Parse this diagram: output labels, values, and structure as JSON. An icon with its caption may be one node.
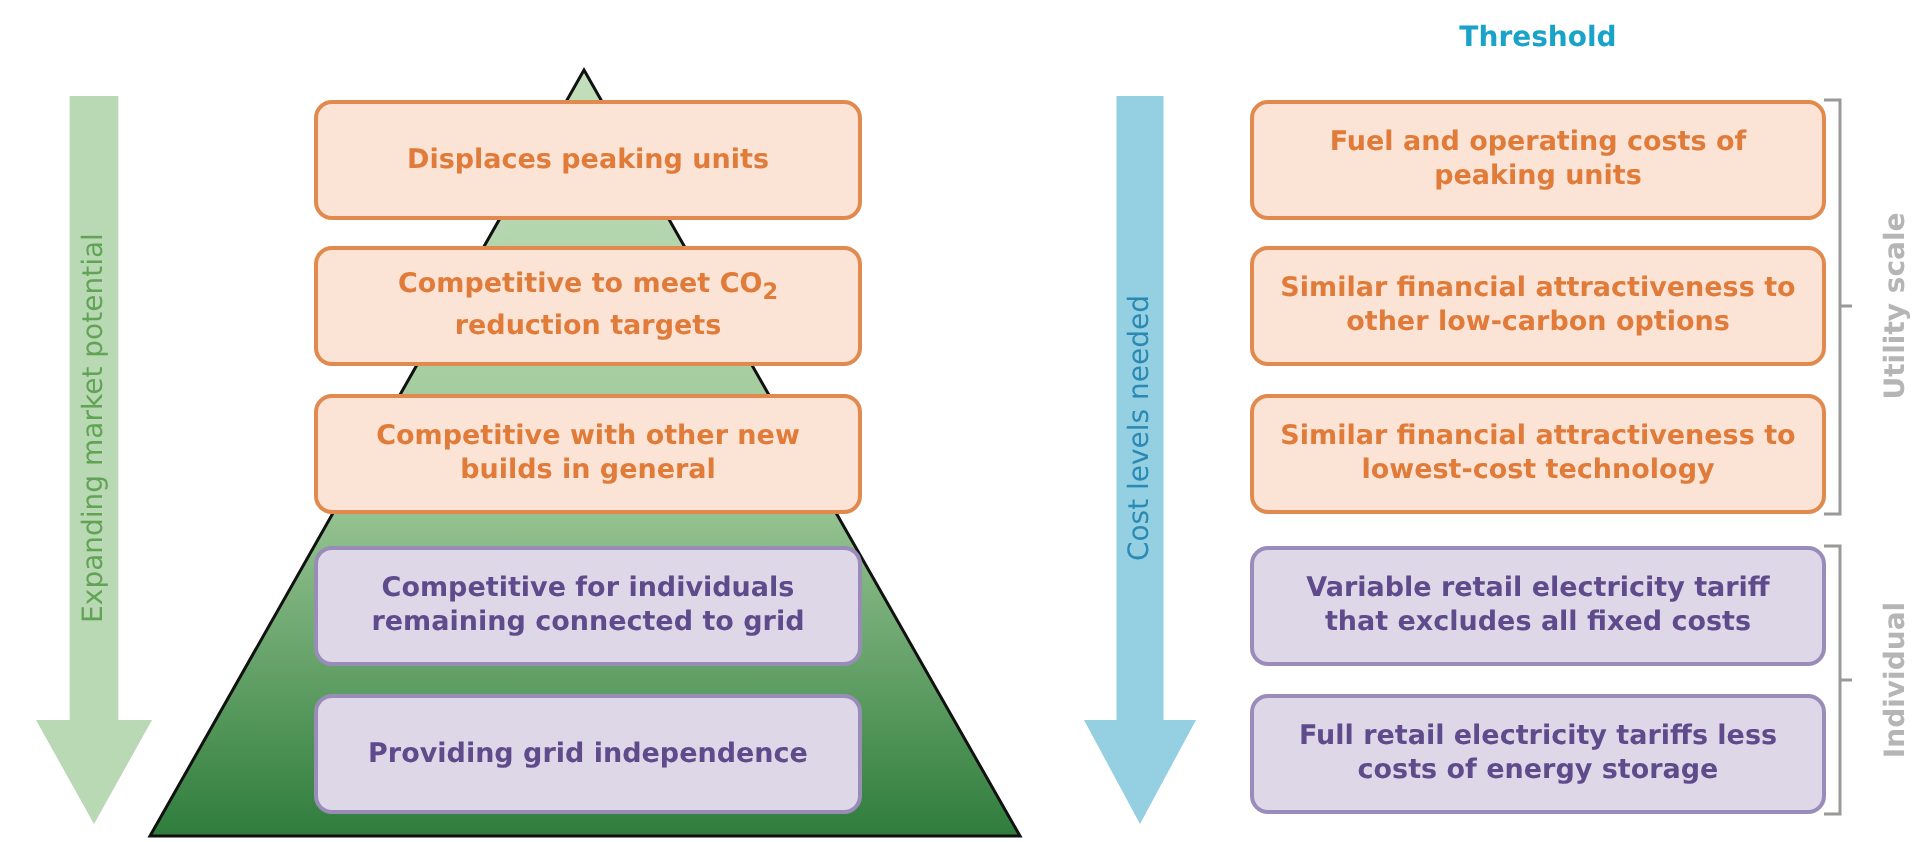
{
  "diagram": {
    "nodes": [
      {
        "text": [
          "Expanding market potential"
        ]
      },
      {
        "text": [
          "Displaces peaking units"
        ]
      },
      {
        "text": [
          "Competitive to meet CO$_{2}$ reduction targets"
        ]
      },
      {
        "text": [
          "Competitive with other new builds in general"
        ]
      },
      {
        "text": [
          "Competitive for individuals remaining connected to grid"
        ]
      },
      {
        "text": [
          "Providing grid independence"
        ]
      },
      {
        "text": [
          "Cost levels needed"
        ]
      },
      {
        "text": [
          "Fuel and operating costs of peaking units"
        ]
      },
      {
        "text": [
          "Similar financial attractiveness to other low-carbon options"
        ]
      },
      {
        "text": [
          "Similar financial attractiveness to lowest-cost technology"
        ]
      },
      {
        "text": [
          "Variable retail electricity tariff that excludes all fixed costs"
        ]
      },
      {
        "text": [
          "Full retail electricity tariffs less costs of energy storage"
        ]
      }
    ],
    "edges": [],
    "labels": [
      "Threshold",
      "Utility scale",
      "Individual"
    ]
  }
}
